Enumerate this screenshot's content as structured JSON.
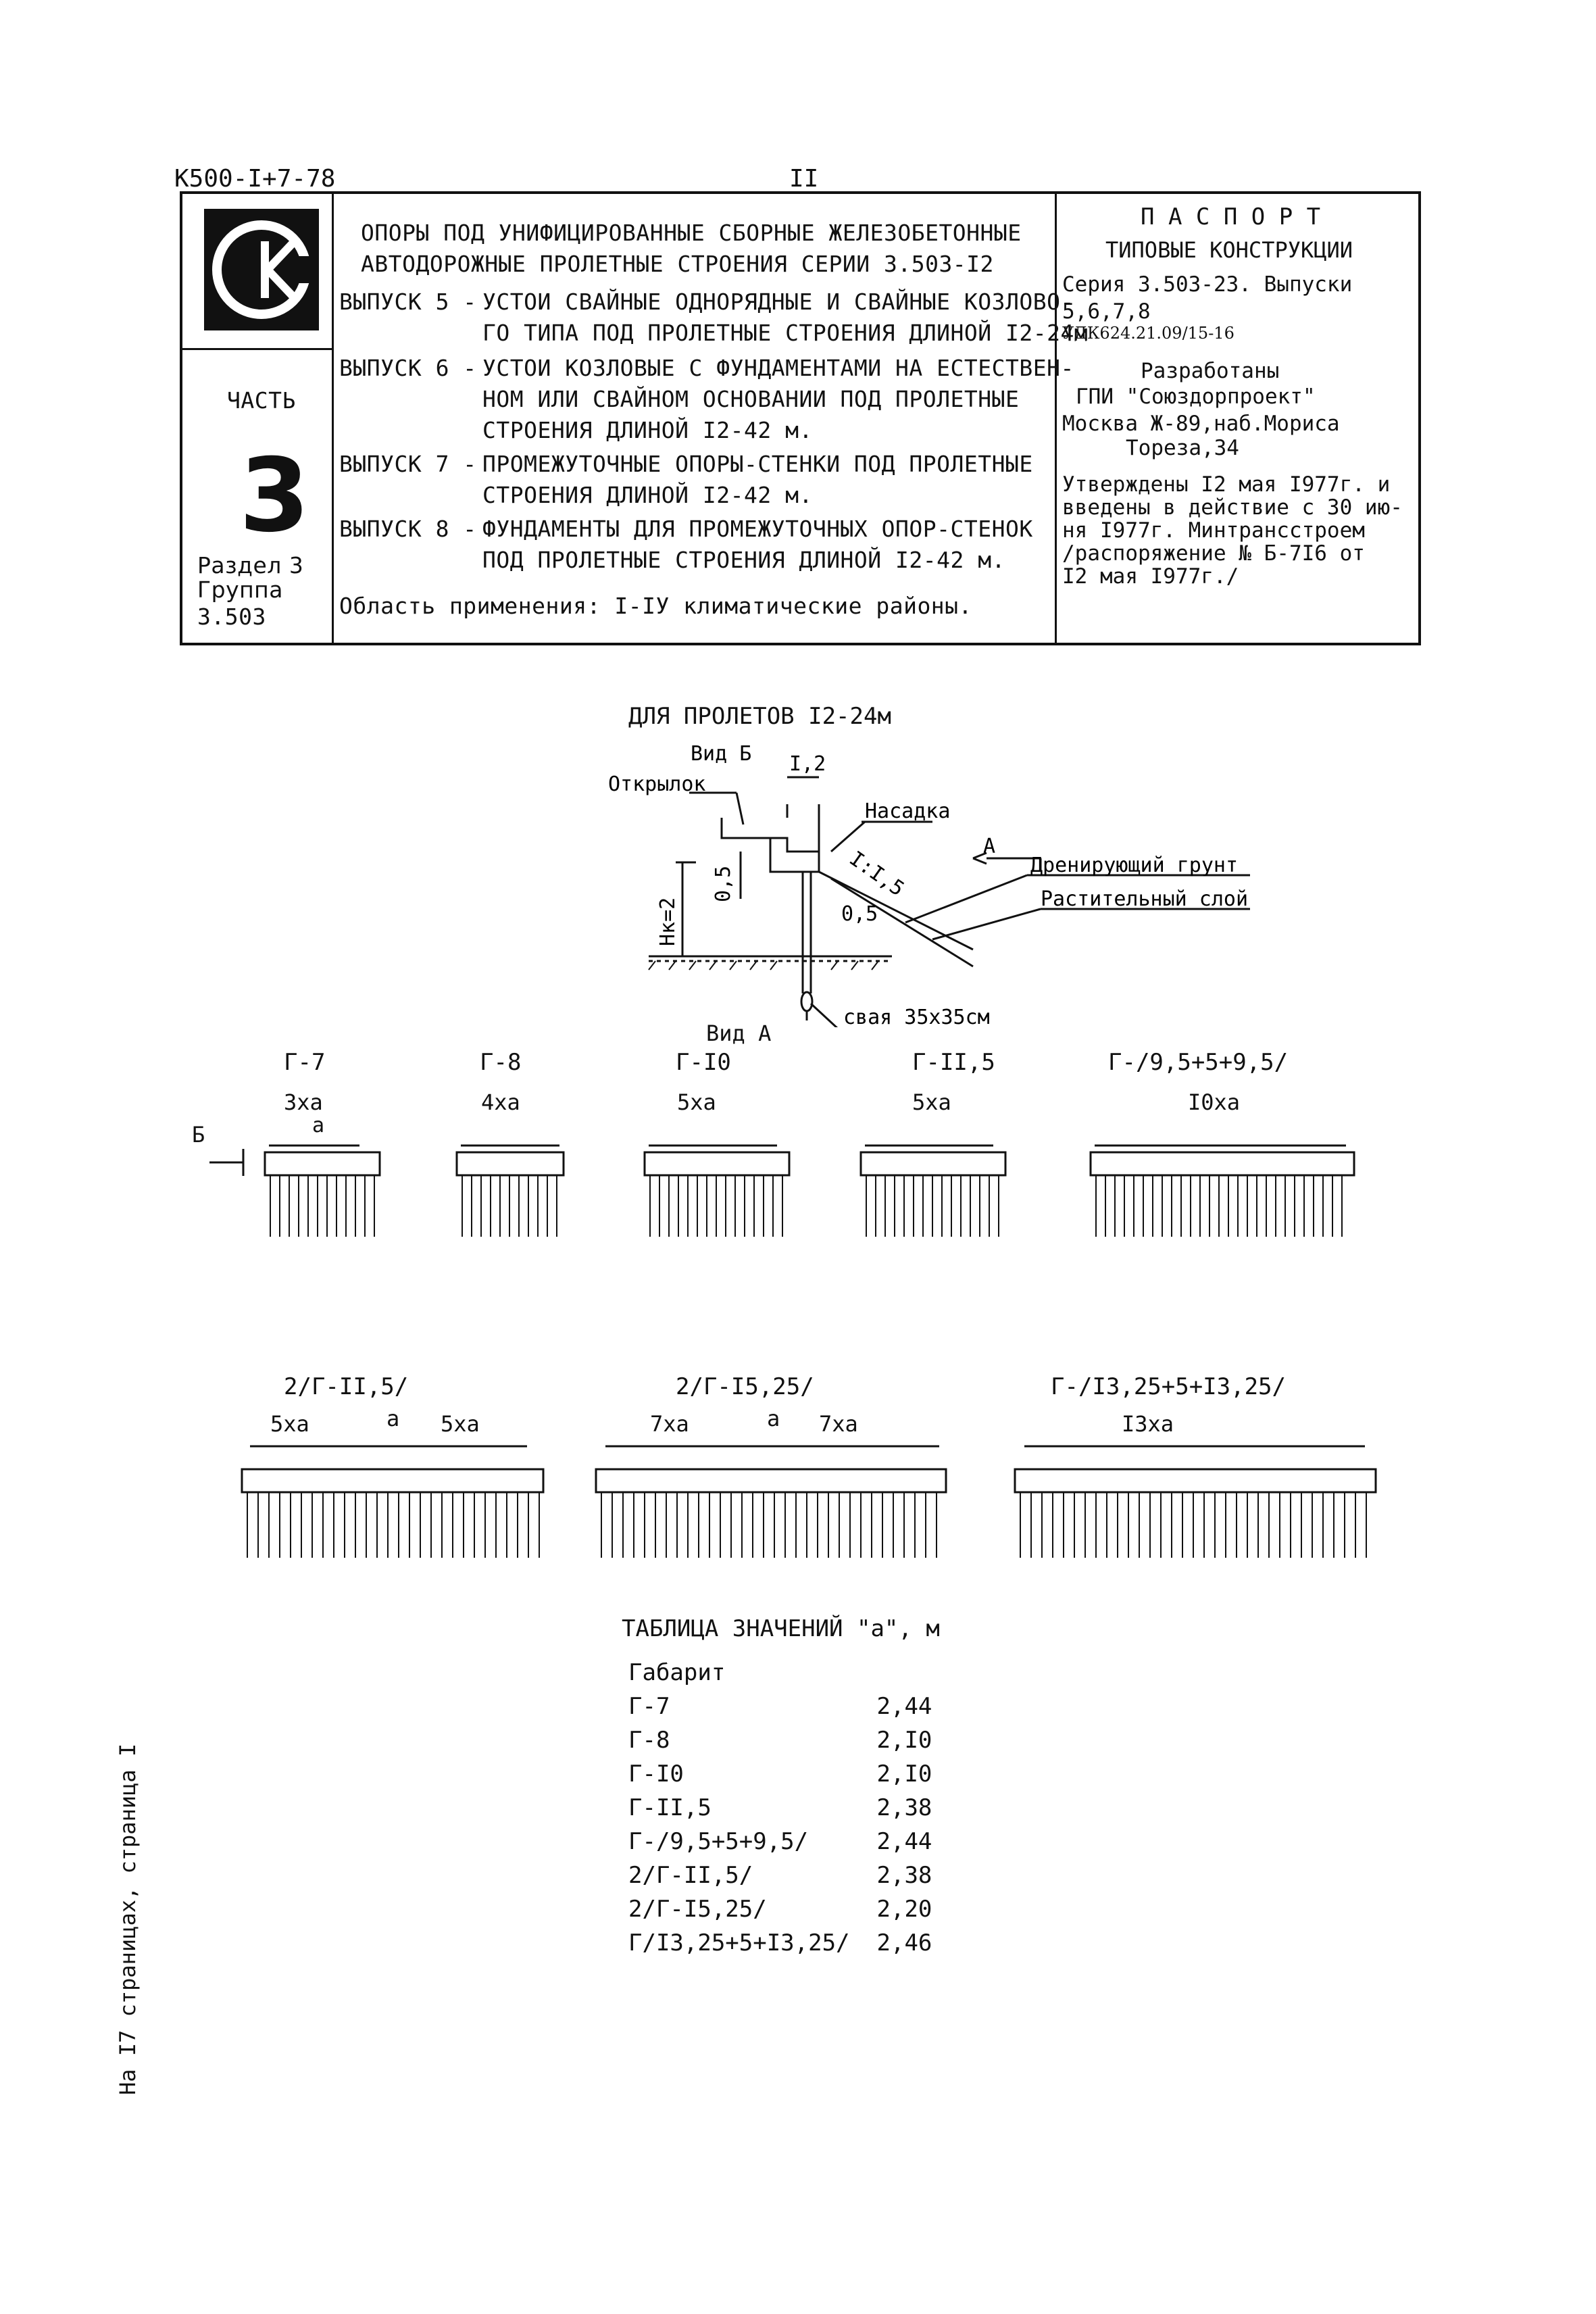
{
  "header": {
    "code": "К500-I+7-78",
    "page_number": "II"
  },
  "passport": {
    "title_lines": [
      "ОПОРЫ ПОД УНИФИЦИРОВАННЫЕ СБОРНЫЕ ЖЕЛЕЗОБЕТОННЫЕ",
      "АВТОДОРОЖНЫЕ ПРОЛЕТНЫЕ СТРОЕНИЯ СЕРИИ 3.503-I2"
    ],
    "issues": [
      {
        "label": "ВЫПУСК 5 -",
        "lines": [
          "УСТОИ СВАЙНЫЕ ОДНОРЯДНЫЕ И СВАЙНЫЕ КОЗЛОВО-",
          "ГО ТИПА ПОД ПРОЛЕТНЫЕ СТРОЕНИЯ ДЛИНОЙ I2-24м"
        ]
      },
      {
        "label": "ВЫПУСК 6 -",
        "lines": [
          "УСТОИ КОЗЛОВЫЕ С ФУНДАМЕНТАМИ НА ЕСТЕСТВЕН-",
          "НОМ ИЛИ СВАЙНОМ ОСНОВАНИИ ПОД ПРОЛЕТНЫЕ",
          "СТРОЕНИЯ ДЛИНОЙ I2-42 м."
        ]
      },
      {
        "label": "ВЫПУСК 7 -",
        "lines": [
          "ПРОМЕЖУТОЧНЫЕ ОПОРЫ-СТЕНКИ ПОД ПРОЛЕТНЫЕ",
          "СТРОЕНИЯ ДЛИНОЙ I2-42 м."
        ]
      },
      {
        "label": "ВЫПУСК 8 -",
        "lines": [
          "ФУНДАМЕНТЫ ДЛЯ ПРОМЕЖУТОЧНЫХ ОПОР-СТЕНОК",
          "ПОД ПРОЛЕТНЫЕ СТРОЕНИЯ ДЛИНОЙ I2-42 м."
        ]
      }
    ],
    "application": "Область применения: I-IУ климатические районы.",
    "part_label": "ЧАСТЬ",
    "part_number": "3",
    "section": "Раздел 3",
    "group_label": "Группа",
    "group_value": "3.503",
    "passport_title": "П А С П О Р Т",
    "passport_subtitle": "ТИПОВЫЕ КОНСТРУКЦИИ",
    "series_line1": "Серия 3.503-23. Выпуски",
    "series_line2": "5,6,7,8",
    "udk": "УДК624.21.09/15-16",
    "developed_label": "Разработаны",
    "developer": "ГПИ \"Союздорпроект\"",
    "address_line1": "Москва Ж-89,наб.Мориса",
    "address_line2": "Тореза,34",
    "approved_lines": [
      "Утверждены I2 мая I977г. и",
      "введены в действие с 30 ию-",
      "ня I977г. Минтрансстроем",
      "/распоряжение № Б-7I6 от",
      "I2 мая I977г./"
    ]
  },
  "section_view": {
    "heading": "ДЛЯ ПРОЛЕТОВ I2-24м",
    "view_b": "Вид Б",
    "dim_top": "I,2",
    "wing": "Открылок",
    "cap": "Насадка",
    "slope": "I:I,5",
    "arrow_a": "А",
    "drain": "Дренирующий грунт",
    "soil": "Растительный слой",
    "hk": "Нк=2",
    "d05a": "0,5",
    "d05b": "0,5",
    "pile": "свая 35х35см",
    "view_a": "Вид А"
  },
  "gabarits_row1": [
    {
      "name": "Г-7",
      "dim": "3ха",
      "sub": "а"
    },
    {
      "name": "Г-8",
      "dim": "4ха"
    },
    {
      "name": "Г-I0",
      "dim": "5ха"
    },
    {
      "name": "Г-II,5",
      "dim": "5ха"
    },
    {
      "name": "Г-/9,5+5+9,5/",
      "dim": "I0ха"
    }
  ],
  "marker_b": "Б",
  "gabarits_row2": [
    {
      "name": "2/Г-II,5/",
      "left": "5ха",
      "mid": "а",
      "right": "5ха"
    },
    {
      "name": "2/Г-I5,25/",
      "left": "7ха",
      "mid": "а",
      "right": "7ха"
    },
    {
      "name": "Г-/I3,25+5+I3,25/",
      "dim": "I3ха"
    }
  ],
  "table": {
    "title": "ТАБЛИЦА ЗНАЧЕНИЙ \"а\", м",
    "column": "Габарит",
    "rows": [
      {
        "g": "Г-7",
        "v": "2,44"
      },
      {
        "g": "Г-8",
        "v": "2,I0"
      },
      {
        "g": "Г-I0",
        "v": "2,I0"
      },
      {
        "g": "Г-II,5",
        "v": "2,38"
      },
      {
        "g": "Г-/9,5+5+9,5/",
        "v": "2,44"
      },
      {
        "g": "2/Г-II,5/",
        "v": "2,38"
      },
      {
        "g": "2/Г-I5,25/",
        "v": "2,20"
      },
      {
        "g": "Г/I3,25+5+I3,25/",
        "v": "2,46"
      }
    ]
  },
  "side_note": "На I7 страницах, страница I"
}
